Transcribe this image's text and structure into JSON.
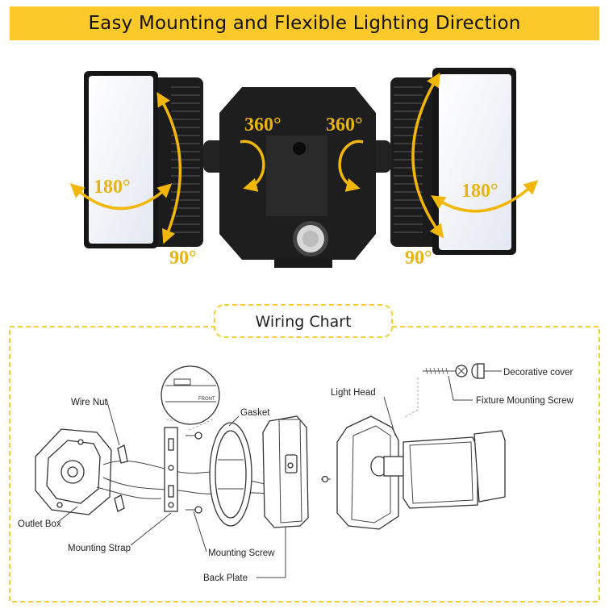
{
  "header": {
    "title": "Easy Mounting and Flexible Lighting Direction"
  },
  "angles": {
    "left_horizontal": "180°",
    "left_vertical": "90°",
    "left_rotation": "360°",
    "right_rotation": "360°",
    "right_horizontal": "180°",
    "right_vertical": "90°"
  },
  "colors": {
    "accent": "#fcc92a",
    "arrow": "#f2b705",
    "dash_border": "#f4cf3a",
    "body": "#1d1d1d"
  },
  "wiring": {
    "title": "Wiring Chart",
    "labels": {
      "wire_nut": "Wire Nut",
      "outlet_box": "Outlet Box",
      "mounting_strap": "Mounting Strap",
      "gasket": "Gasket",
      "mounting_screw": "Mounting Screw",
      "back_plate": "Back Plate",
      "light_head": "Light Head",
      "decorative_cover": "Decorative cover",
      "fixture_mounting_screw": "Fixture Mounting Screw",
      "inset_text": "FRONT"
    }
  }
}
